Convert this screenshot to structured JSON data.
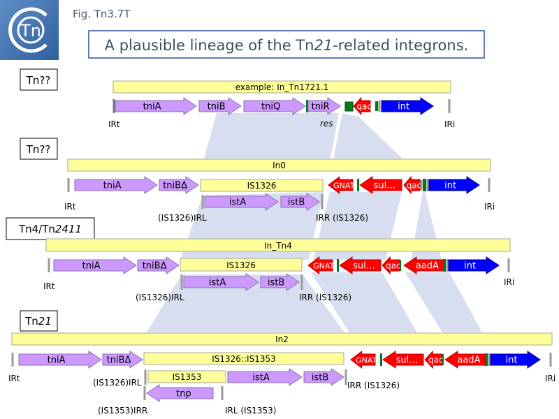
{
  "figure_id": "Fig. Tn3.7T",
  "title": {
    "before": "A plausible lineage of the Tn",
    "italic": "21",
    "after": "-related integrons."
  },
  "logo": {
    "text": "Tn"
  },
  "colors": {
    "transposition_genes": "#cc99ff",
    "cassette_genes": "#ff0000",
    "integrase": "#0000ff",
    "attI_site": "#007a1e",
    "element_bar": "#ffff99",
    "homology_shading": "#d6deef",
    "title_border": "#2e4f9e"
  },
  "rows": [
    {
      "name": "Tn??",
      "element": "example: In_Tn1721.1",
      "genes": {
        "tniA": "tniA",
        "tniB": "tniB",
        "tniQ": "tniQ",
        "tniR": "tniR",
        "qac": "qac",
        "int": "int"
      },
      "labels": {
        "irt": "IRt",
        "res": "res",
        "iri": "IRi"
      }
    },
    {
      "name": "Tn??",
      "element": "In0",
      "genes": {
        "tniA": "tniA",
        "tniB": "tniBΔ",
        "is": "IS1326",
        "istA": "istA",
        "istB": "istB",
        "gnat": "GNAT",
        "sul": "sul…",
        "qac": "qac",
        "int": "int"
      },
      "labels": {
        "irt": "IRt",
        "irl": "(IS1326)IRL",
        "irr": "IRR (IS1326)",
        "iri": "IRi"
      }
    },
    {
      "name_plain": "Tn4/Tn",
      "name_italic": "2411",
      "element": "In_Tn4",
      "genes": {
        "tniA": "tniA",
        "tniB": "tniBΔ",
        "is": "IS1326",
        "istA": "istA",
        "istB": "istB",
        "gnat": "GNAT",
        "sul": "sul…",
        "qac": "qac",
        "aadA": "aadA",
        "int": "int"
      },
      "labels": {
        "irt": "IRt",
        "irl": "(IS1326)IRL",
        "irr": "IRR (IS1326)",
        "iri": "IRi"
      }
    },
    {
      "name_plain": "Tn",
      "name_italic": "21",
      "element": "In2",
      "genes": {
        "tniA": "tniA",
        "tniB": "tniBΔ",
        "is": "IS1326::IS1353",
        "is2": "IS1353",
        "istA": "istA",
        "istB": "istB",
        "tnp": "tnp",
        "gnat": "GNAT",
        "sul": "sul…",
        "qac": "qac",
        "aadA": "aadA",
        "int": "int"
      },
      "labels": {
        "irt": "IRt",
        "irl": "(IS1326)IRL",
        "irr": "IRR (IS1326)",
        "iri": "IRi",
        "irr2": "(IS1353)IRR",
        "irl2": "IRL (IS1353)"
      }
    }
  ]
}
